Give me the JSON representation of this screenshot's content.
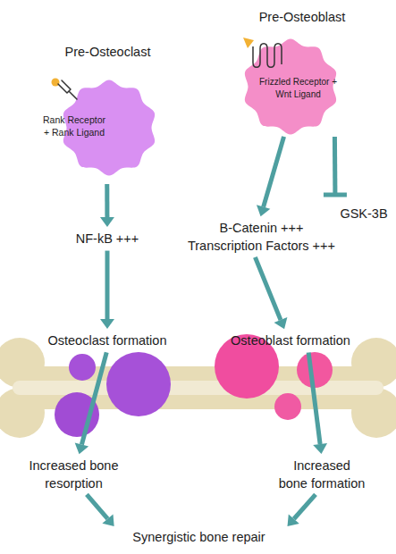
{
  "diagram": {
    "nodes": [
      {
        "text": [
          "Pre-Osteoclast",
          "Rank Receptor + Rank Ligand"
        ]
      },
      {
        "text": [
          "Pre-Osteoblast",
          "Frizzled Receptor + Wnt Ligand"
        ]
      },
      {
        "text": [
          "NF-kB +++"
        ]
      },
      {
        "text": [
          "GSK-3B"
        ]
      },
      {
        "text": [
          "B-Catenin +++",
          "Transcription Factors +++"
        ]
      },
      {
        "text": [
          "Osteoclast formation"
        ]
      },
      {
        "text": [
          "Osteoblast formation"
        ]
      },
      {
        "text": [
          "Increased bone resorption"
        ]
      },
      {
        "text": [
          "Increased bone formation"
        ]
      },
      {
        "text": [
          "Synergistic bone repair"
        ]
      }
    ],
    "edges": [
      {
        "from": 0,
        "to": 2,
        "arrow": "to"
      },
      {
        "from": 2,
        "to": 5,
        "arrow": "to"
      },
      {
        "from": 1,
        "to": 4,
        "arrow": "to"
      },
      {
        "from": 1,
        "to": 3,
        "arrow": "to"
      },
      {
        "from": 4,
        "to": 6,
        "arrow": "to"
      },
      {
        "from": 5,
        "to": 7,
        "arrow": "to"
      },
      {
        "from": 6,
        "to": 8,
        "arrow": "to"
      },
      {
        "from": 7,
        "to": 9,
        "arrow": "to"
      },
      {
        "from": 8,
        "to": 9,
        "arrow": "to"
      }
    ]
  }
}
